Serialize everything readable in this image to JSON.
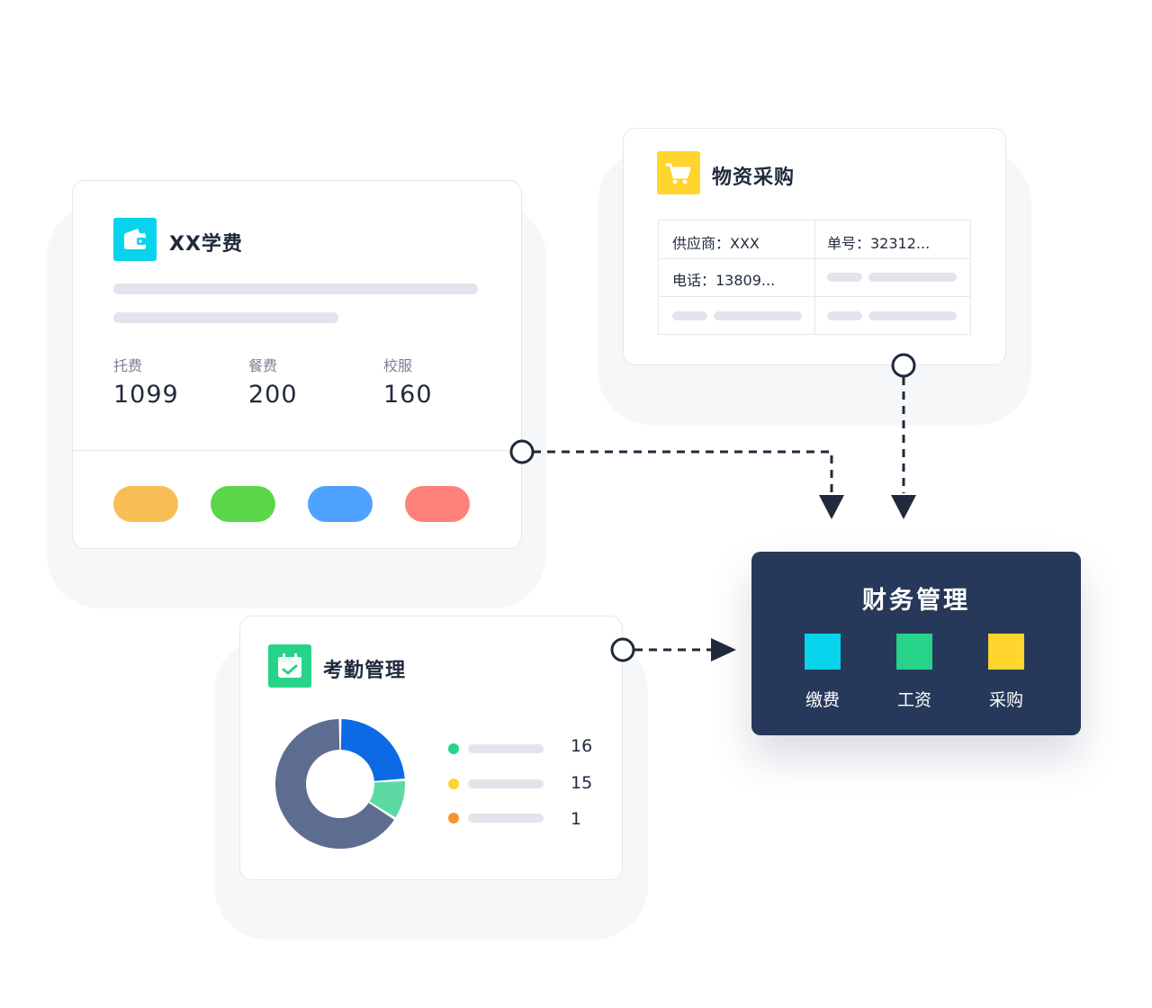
{
  "tuition": {
    "title": "XX学费",
    "icon": "wallet-icon",
    "icon_color": "#08d3ec",
    "stats": [
      {
        "label": "托费",
        "value": "1099"
      },
      {
        "label": "餐费",
        "value": "200"
      },
      {
        "label": "校服",
        "value": "160"
      }
    ],
    "pill_colors": [
      "#f7be55",
      "#5cd64a",
      "#4fa2ff",
      "#ff817b"
    ]
  },
  "purchase": {
    "title": "物资采购",
    "icon": "cart-icon",
    "icon_color": "#ffd52e",
    "table": {
      "supplier": "供应商：XXX",
      "order_no": "单号：32312...",
      "phone": "电话：13809..."
    }
  },
  "attendance": {
    "title": "考勤管理",
    "icon": "calendar-check-icon",
    "icon_color": "#27d389",
    "legend": [
      {
        "color": "#27d389",
        "value": "16"
      },
      {
        "color": "#ffd52e",
        "value": "15"
      },
      {
        "color": "#f7932f",
        "value": "1"
      }
    ]
  },
  "finance": {
    "title": "财务管理",
    "items": [
      {
        "label": "缴费",
        "color": "#08d3ec"
      },
      {
        "label": "工资",
        "color": "#27d389"
      },
      {
        "label": "采购",
        "color": "#ffd52e"
      }
    ],
    "background": "#27395a"
  },
  "chart_data": {
    "type": "pie",
    "values": [
      24,
      10,
      66
    ],
    "colors": [
      "#0d6ae5",
      "#5dd9a4",
      "#5d6d90"
    ]
  },
  "colors": {
    "connector": "#1f2a3d",
    "placeholder_bar": "#e1e4eb"
  }
}
